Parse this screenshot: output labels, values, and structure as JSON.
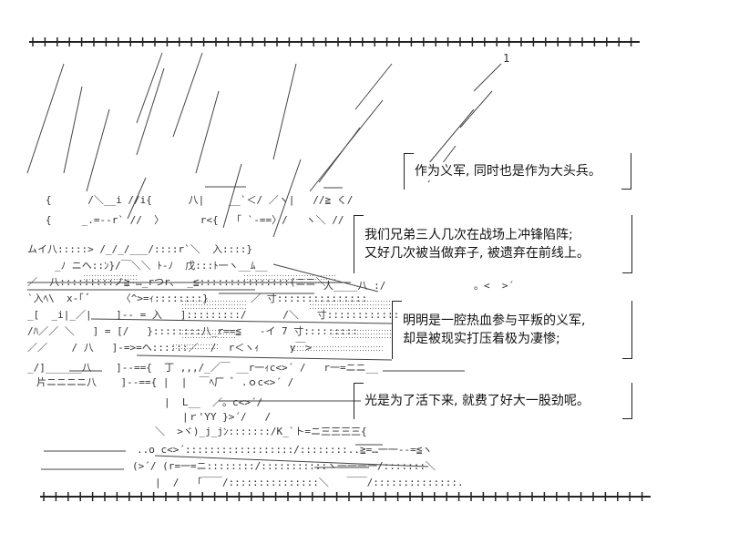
{
  "captions": [
    {
      "lines": [
        "作为义军, 同时也是作为大头兵。"
      ]
    },
    {
      "lines": [
        "我们兄弟三人几次在战场上冲锋陷阵;",
        "又好几次被当做弃子, 被遗弃在前线上。"
      ]
    },
    {
      "lines": [
        "明明是一腔热血参与平叛的义军,",
        "却是被现实打压着极为凄惨;"
      ]
    },
    {
      "lines": [
        "光是为了活下来, 就费了好大一股劲呢。"
      ]
    }
  ],
  "corner_mark": "1"
}
